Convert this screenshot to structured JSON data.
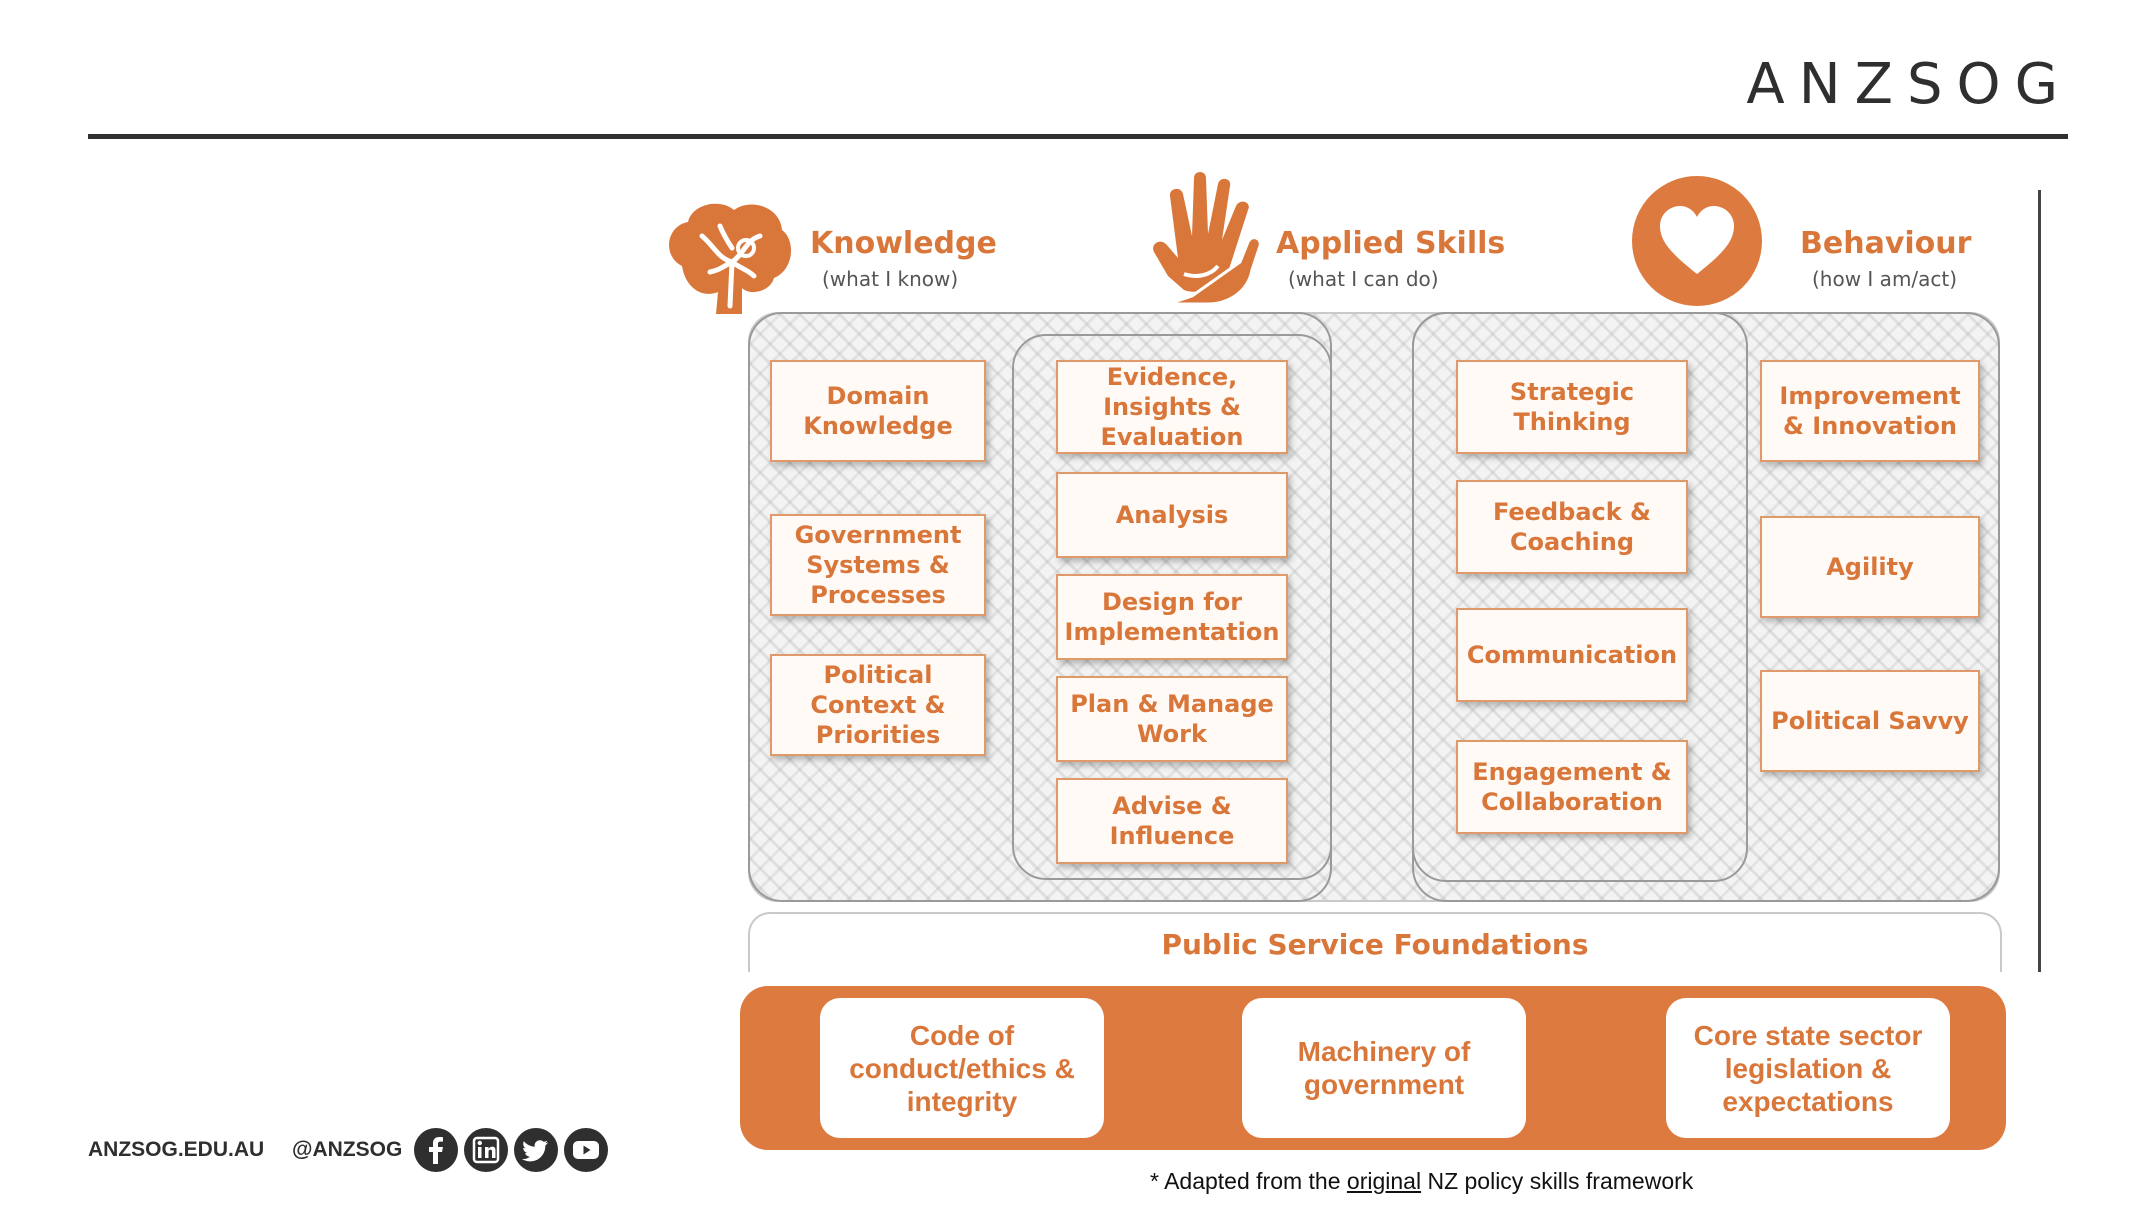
{
  "brand": {
    "logo": "ANZSOG"
  },
  "categories": [
    {
      "title": "Knowledge",
      "subtitle": "(what I know)",
      "icon": "brain-icon"
    },
    {
      "title": "Applied Skills",
      "subtitle": "(what I can do)",
      "icon": "hands-icon"
    },
    {
      "title": "Behaviour",
      "subtitle": "(how I am/act)",
      "icon": "heart-icon"
    }
  ],
  "knowledge": [
    "Domain Knowledge",
    "Government Systems & Processes",
    "Political Context & Priorities"
  ],
  "applied_left": [
    "Evidence, Insights & Evaluation",
    "Analysis",
    "Design for Implementation",
    "Plan & Manage Work",
    "Advise & Influence"
  ],
  "applied_right": [
    "Strategic Thinking",
    "Feedback & Coaching",
    "Communication",
    "Engagement & Collaboration"
  ],
  "behaviour": [
    "Improvement & Innovation",
    "Agility",
    "Political Savvy"
  ],
  "foundations": {
    "title": "Public Service Foundations",
    "items": [
      "Code of conduct/ethics & integrity",
      "Machinery of government",
      "Core state sector legislation & expectations"
    ]
  },
  "footnote": {
    "prefix": "* Adapted from the ",
    "link": "original",
    "suffix": " NZ policy skills framework"
  },
  "footer": {
    "site": "ANZSOG.EDU.AU",
    "handle": "@ANZSOG"
  },
  "social_icons": [
    "facebook-icon",
    "linkedin-icon",
    "twitter-icon",
    "youtube-icon"
  ],
  "colors": {
    "accent": "#dc7a40",
    "text_orange": "#d9773b",
    "dark": "#2f2f2f"
  }
}
